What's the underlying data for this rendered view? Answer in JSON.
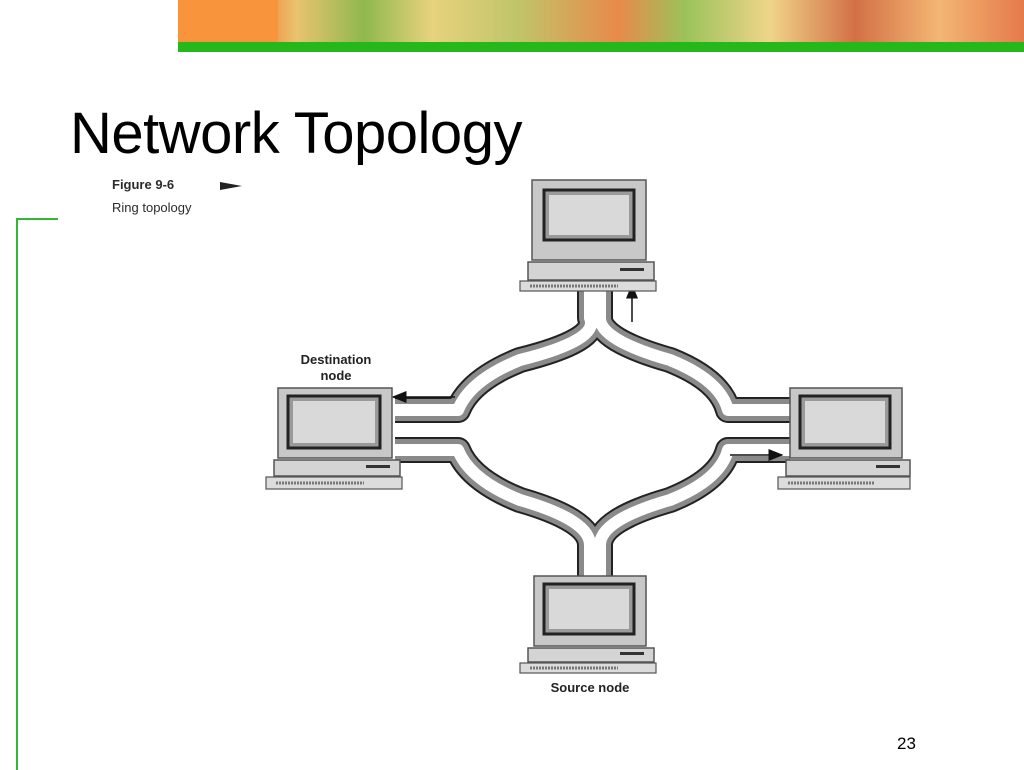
{
  "slide": {
    "title": "Network Topology",
    "page_number": "23"
  },
  "figure": {
    "label": "Figure 9-6",
    "caption": "Ring topology"
  },
  "nodes": {
    "destination_label_line1": "Destination",
    "destination_label_line2": "node",
    "source_label": "Source node"
  },
  "colors": {
    "banner_orange": "#f7943c",
    "banner_green": "#25b81b",
    "accent_green": "#34b534"
  }
}
